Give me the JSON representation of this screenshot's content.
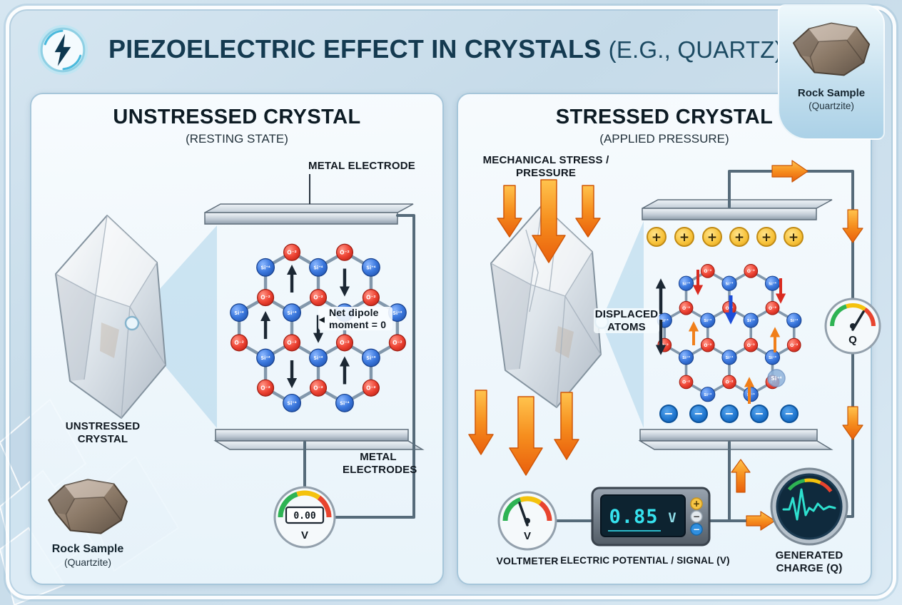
{
  "header": {
    "title": "PIEZOELECTRIC EFFECT IN CRYSTALS",
    "subtitle": "(E.G., QUARTZ)"
  },
  "rock_sample": {
    "label": "Rock Sample",
    "sublabel": "(Quartzite)"
  },
  "atoms": {
    "oxygen": "O⁻²",
    "silicon": "Si⁺⁴",
    "plus": "+",
    "minus": "−"
  },
  "left": {
    "title": "UNSTRESSED CRYSTAL",
    "subtitle": "(RESTING STATE)",
    "electrode_top": "METAL ELECTRODE",
    "electrodes_bottom": "METAL ELECTRODES",
    "crystal_caption": "UNSTRESSED CRYSTAL",
    "dipole_note": "Net dipole moment = 0",
    "meter": {
      "reading": "0.00",
      "unit": "V"
    }
  },
  "right": {
    "title": "STRESSED CRYSTAL",
    "subtitle": "(APPLIED PRESSURE)",
    "stress_label": "MECHANICAL STRESS / PRESSURE",
    "displaced_label": "DISPLACED ATOMS",
    "voltmeter_label": "VOLTMETER",
    "voltmeter_unit": "V",
    "display": {
      "value": "0.85",
      "unit": "V"
    },
    "signal_label": "ELECTRIC POTENTIAL / SIGNAL (V)",
    "charge_label": "GENERATED CHARGE (Q)",
    "charge_unit": "Q"
  },
  "colors": {
    "accent_orange": "#f07f1a",
    "oxygen_red": "#ee4434",
    "silicon_blue": "#3a77dd",
    "plus_yellow": "#f7c23a",
    "minus_blue": "#1f76cf",
    "screen_cyan": "#36e2ee",
    "title_navy": "#143a50"
  }
}
